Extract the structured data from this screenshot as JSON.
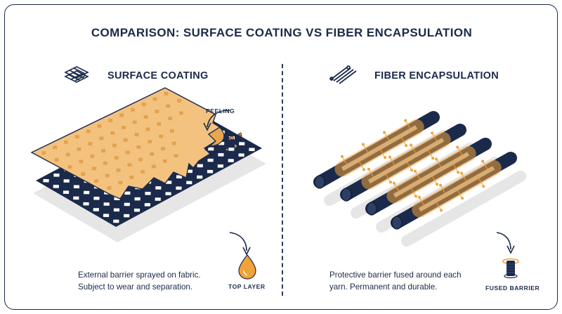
{
  "title": "COMPARISON: SURFACE COATING VS FIBER ENCAPSULATION",
  "left_panel": {
    "heading": "SURFACE COATING",
    "heading_icon": "woven-fabric-icon",
    "annotation": "PEELING",
    "caption_line1": "External barrier sprayed on fabric.",
    "caption_line2": "Subject to wear and separation.",
    "badge_label": "TOP LAYER",
    "badge_icon": "droplet-icon"
  },
  "right_panel": {
    "heading": "FIBER ENCAPSULATION",
    "heading_icon": "fiber-strands-icon",
    "caption_line1": "Protective barrier fused around each",
    "caption_line2": "yarn. Permanent and durable.",
    "badge_label": "FUSED BARRIER",
    "badge_icon": "spool-icon"
  },
  "colors": {
    "navy": "#1b2a4a",
    "orange": "#f2a23a",
    "coating": "#f6c98a",
    "shadow": "#e4e4e4"
  }
}
